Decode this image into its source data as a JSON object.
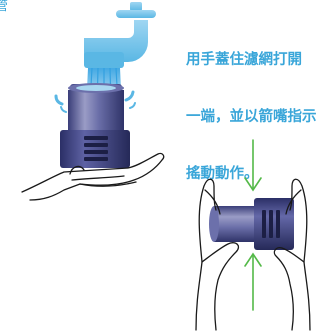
{
  "instruction_fragment": "管",
  "caption_lines": [
    "用手蓋住濾網打開",
    "一端，並以箭嘴指示",
    "搖動動作。"
  ],
  "colors": {
    "text_blue": "#3aa6d9",
    "water": "#5ab7e4",
    "filter_body": "#4b4f8e",
    "arrow": "#54b948"
  },
  "icons": [
    "tap-icon",
    "water-stream-icon",
    "filter-icon",
    "hand-icon",
    "arrow-down-icon",
    "arrow-up-icon"
  ]
}
